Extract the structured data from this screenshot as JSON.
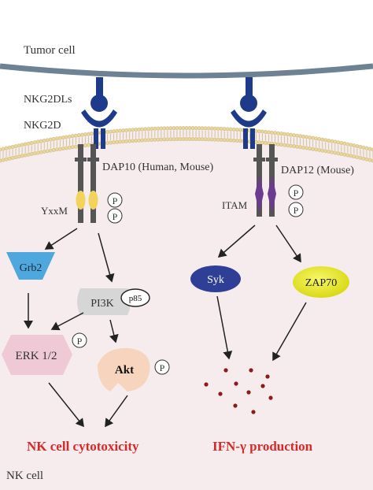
{
  "labels": {
    "tumor_cell": "Tumor cell",
    "nk_cell": "NK cell",
    "nkg2dls": "NKG2DLs",
    "nkg2d": "NKG2D",
    "dap10": "DAP10 (Human, Mouse)",
    "dap12": "DAP12 (Mouse)",
    "yxxm": "YxxM",
    "itam": "ITAM",
    "p": "P",
    "grb2": "Grb2",
    "pi3k": "PI3K",
    "p85": "p85",
    "erk": "ERK 1/2",
    "akt": "Akt",
    "syk": "Syk",
    "zap70": "ZAP70",
    "cytotoxicity": "NK cell cytotoxicity",
    "ifn": "IFN-γ production"
  },
  "colors": {
    "tumor_membrane": "#6e8293",
    "nk_cytoplasm": "#f6eced",
    "lipid_head": "#ead79b",
    "receptor_blue": "#1e3a8a",
    "dap_gray": "#555555",
    "yxxm_yellow": "#f2d45c",
    "itam_purple": "#6b3b8f",
    "grb2": "#4fa8dd",
    "pi3k": "#d6d6d6",
    "erk": "#f0c9d6",
    "akt": "#f6d4bd",
    "syk": "#2e3f95",
    "zap70": "#eced2e",
    "outcome_red": "#d72a28",
    "dots": "#8b1a1a"
  }
}
